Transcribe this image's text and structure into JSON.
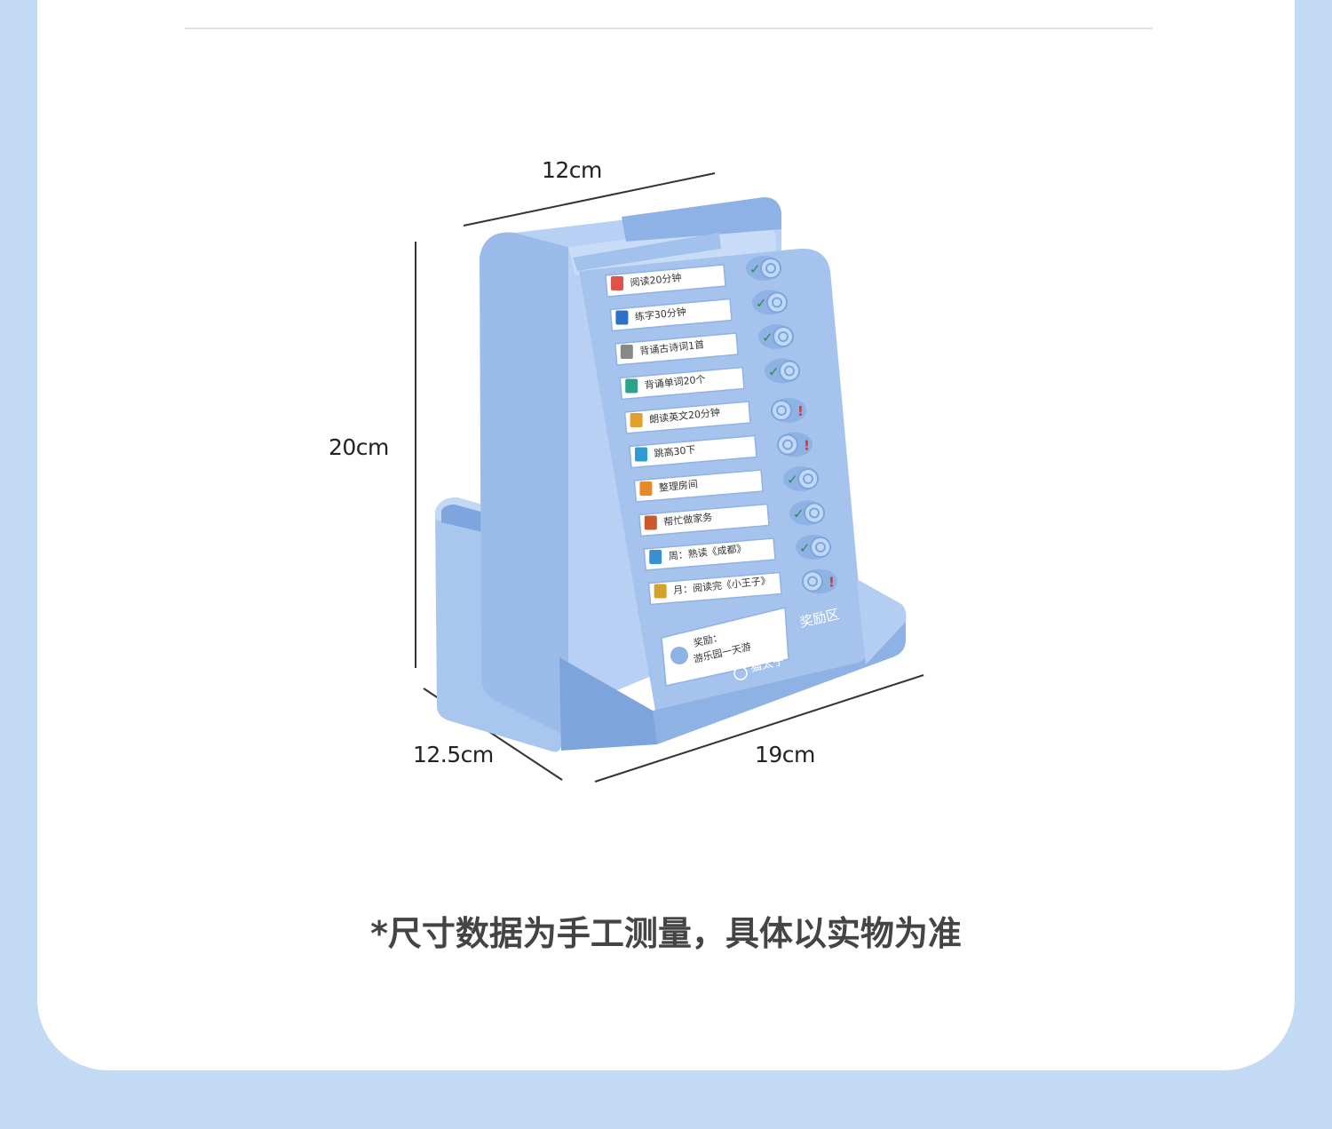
{
  "dimensions": {
    "width_top": "12cm",
    "height": "20cm",
    "depth": "12.5cm",
    "width_base": "19cm"
  },
  "product": {
    "tasks": [
      {
        "label": "阅读20分钟",
        "icon": "book-icon",
        "done": true
      },
      {
        "label": "练字30分钟",
        "icon": "pen-icon",
        "done": true
      },
      {
        "label": "背诵古诗词1首",
        "icon": "scroll-icon",
        "done": true
      },
      {
        "label": "背诵单词20个",
        "icon": "notebook-icon",
        "done": true
      },
      {
        "label": "朗读英文20分钟",
        "icon": "clock-icon",
        "done": false
      },
      {
        "label": "跳高30下",
        "icon": "jump-icon",
        "done": false
      },
      {
        "label": "整理房间",
        "icon": "house-icon",
        "done": true
      },
      {
        "label": "帮忙做家务",
        "icon": "broom-icon",
        "done": true
      },
      {
        "label": "周：熟读《成都》",
        "icon": "music-icon",
        "done": true
      },
      {
        "label": "月：阅读完《小王子》",
        "icon": "medal-icon",
        "done": false
      }
    ],
    "reward": {
      "title": "奖励：",
      "text": "游乐园一天游",
      "zone_label": "奖励区"
    },
    "brand": "猫太子",
    "colors": {
      "body": "#a8c6ee",
      "body_dark": "#8fb3e6",
      "check": "#2e8b57",
      "cross": "#d23a3a",
      "background": "#c3daf4"
    }
  },
  "footnote": "*尺寸数据为手工测量，具体以实物为准"
}
